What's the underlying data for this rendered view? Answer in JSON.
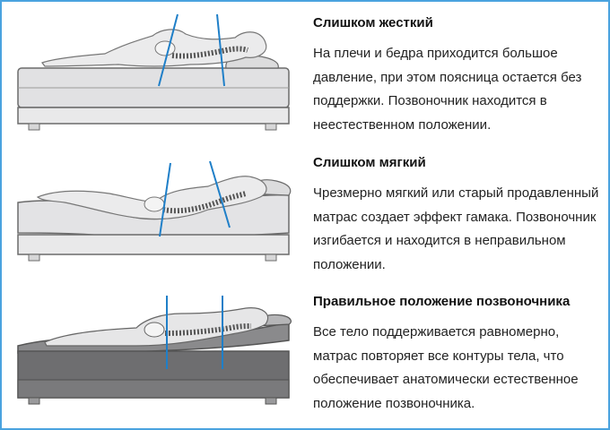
{
  "colors": {
    "frame": "#4aa3df",
    "spine_line": "#1f7fc8",
    "mattress_hard": "#e1e1e3",
    "mattress_soft": "#e3e3e5",
    "mattress_correct": "#6e6e70",
    "outline": "#6b6b6b"
  },
  "sections": [
    {
      "title": "Слишком жесткий",
      "body": "На плечи и бедра приходится большое давление, при этом поясница остается без поддержки. Позвоночник находится в неестественном положении."
    },
    {
      "title": "Слишком мягкий",
      "body": "Чрезмерно мягкий или старый продавленный матрас создает эффект гамака. Позвоночник изгибается и находится в неправильном положении."
    },
    {
      "title": "Правильное положение позвоночника",
      "body": "Все тело поддерживается равномерно, матрас повторяет все контуры тела, что обеспечивает анатомически естественное положение позвоночника."
    }
  ]
}
